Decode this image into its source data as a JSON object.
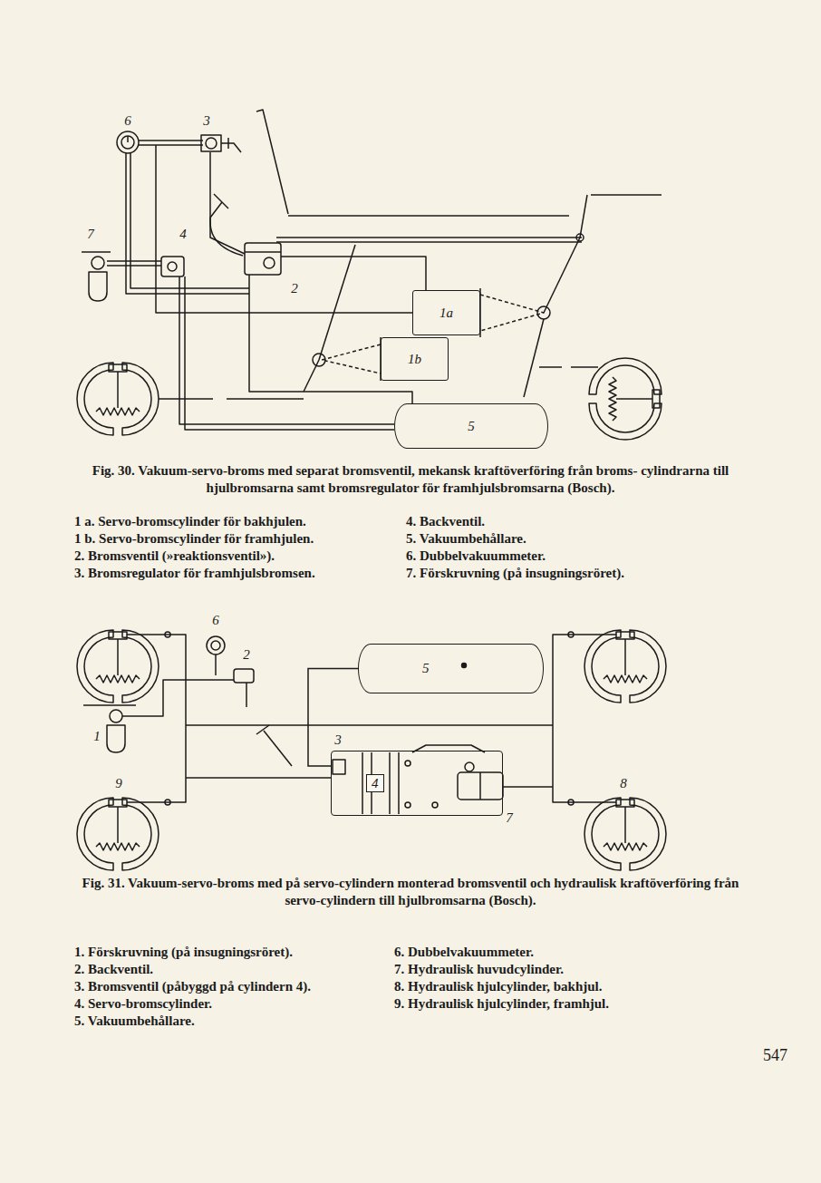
{
  "diagram": {
    "nodes": [
      {
        "text": [
          "1a"
        ]
      },
      {
        "text": [
          "1b"
        ]
      },
      {
        "text": [
          "5"
        ]
      },
      {
        "text": [
          "5"
        ]
      },
      {
        "text": [
          "4"
        ]
      }
    ],
    "edges": [
      {
        "from": 3,
        "to": 4,
        "arrow": "none"
      }
    ],
    "labels": [
      "6",
      "3",
      "7",
      "4",
      "2",
      "Fig. 30. Vakuum-servo-broms med separat bromsventil, mekansk kraftöverföring från broms- cylindrarna till hjulbromsarna samt bromsregulator för framhjulsbromsarna (Bosch).",
      "1 a. Servo-bromscylinder för bakhjulen.",
      "1 b. Servo-bromscylinder för framhjulen.",
      "2. Bromsventil (»reaktionsventil»).",
      "3. Bromsregulator för framhjulsbromsen.",
      "4. Backventil.",
      "5. Vakuumbehållare.",
      "6. Dubbelvakuummeter.",
      "7. Förskruvning (på insugningsröret).",
      "6",
      "2",
      "1",
      "3",
      "9",
      "8",
      "7",
      "Fig. 31. Vakuum-servo-broms med på servo-cylindern monterad bromsventil och hydraulisk kraftöverföring från servo-cylindern till hjulbromsarna (Bosch).",
      "1. Förskruvning (på insugningsröret).",
      "2. Backventil.",
      "3. Bromsventil (påbyggd på cylindern 4).",
      "4. Servo-bromscylinder.",
      "5. Vakuumbehållare.",
      "6. Dubbelvakuummeter.",
      "7. Hydraulisk huvudcylinder.",
      "8. Hydraulisk hjulcylinder, bakhjul.",
      "9. Hydraulisk hjulcylinder, framhjul.",
      "547"
    ]
  }
}
